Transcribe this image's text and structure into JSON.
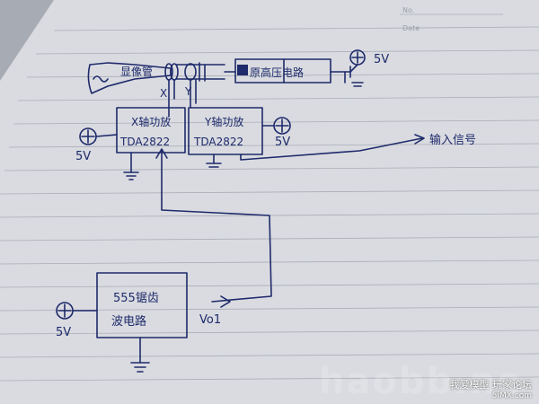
{
  "paper_header": {
    "no_label": "No.",
    "date_label": "Date"
  },
  "crt": {
    "label": "显像管",
    "x_terminal": "X",
    "y_terminal": "Y"
  },
  "hv_circuit": {
    "label": "原高压电路",
    "supply": "5V"
  },
  "x_amp": {
    "title": "X轴功放",
    "chip": "TDA2822",
    "supply": "5V"
  },
  "y_amp": {
    "title": "Y轴功放",
    "chip": "TDA2822",
    "supply": "5V"
  },
  "input": {
    "label": "输入信号"
  },
  "sawtooth": {
    "line1": "555锯齿",
    "line2": "波电路",
    "output": "Vo1",
    "supply": "5V"
  },
  "watermark": {
    "brand": "haobb.ne",
    "site_cn": "我爱模型 玩家论坛",
    "url": "5iMX.com"
  }
}
